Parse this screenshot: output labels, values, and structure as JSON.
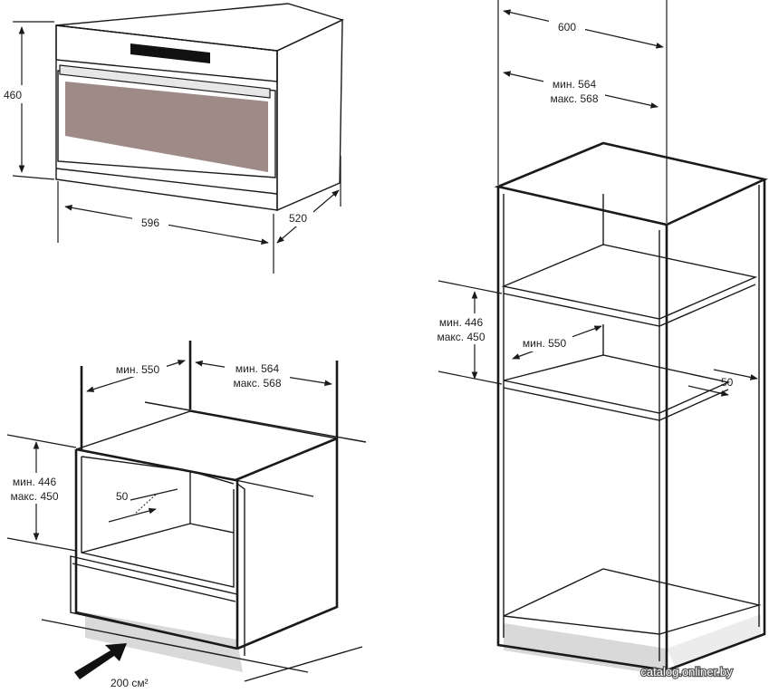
{
  "oven": {
    "height": "460",
    "width": "596",
    "depth": "520"
  },
  "cabinet_under_counter": {
    "gap_left": "мин. 550",
    "niche_width_min": "мин. 564",
    "niche_width_max": "макс. 568",
    "niche_height_min": "мин. 446",
    "niche_height_max": "макс. 450",
    "back_gap": "50",
    "vent_area": "200 см²"
  },
  "cabinet_tall": {
    "cabinet_width": "600",
    "niche_width_min": "мин. 564",
    "niche_width_max": "макс. 568",
    "niche_height_min": "мин. 446",
    "niche_height_max": "макс. 450",
    "niche_depth": "мин. 550",
    "back_gap": "50"
  },
  "watermark": "catalog.onliner.by",
  "colors": {
    "window": "#9e8a86",
    "base": "#d9d9d9",
    "line": "#1a1a1a"
  }
}
